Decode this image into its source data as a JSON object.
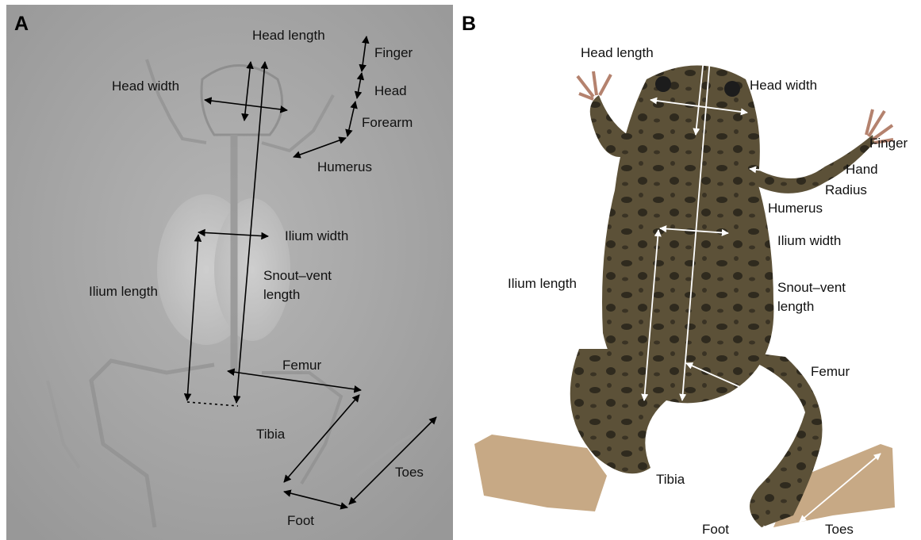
{
  "panel_a": {
    "letter": "A",
    "labels": {
      "head_length": "Head length",
      "finger": "Finger",
      "head_width": "Head width",
      "head": "Head",
      "forearm": "Forearm",
      "humerus": "Humerus",
      "ilium_width": "Ilium width",
      "ilium_length": "Ilium length",
      "snout_vent_1": "Snout–vent",
      "snout_vent_2": "length",
      "femur": "Femur",
      "tibia": "Tibia",
      "toes": "Toes",
      "foot": "Foot"
    }
  },
  "panel_b": {
    "letter": "B",
    "labels": {
      "head_length": "Head length",
      "head_width": "Head width",
      "finger": "Finger",
      "hand": "Hand",
      "radius": "Radius",
      "humerus": "Humerus",
      "ilium_width": "Ilium width",
      "ilium_length": "Ilium length",
      "snout_vent_1": "Snout–vent",
      "snout_vent_2": "length",
      "femur": "Femur",
      "tibia": "Tibia",
      "foot": "Foot",
      "toes": "Toes"
    }
  }
}
